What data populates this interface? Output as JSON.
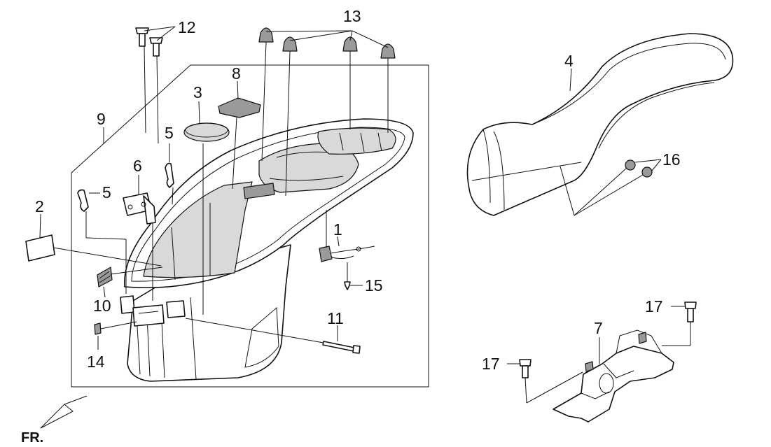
{
  "orientation_label": "FR.",
  "callouts": {
    "c1": "1",
    "c2": "2",
    "c3": "3",
    "c4": "4",
    "c5a": "5",
    "c5b": "5",
    "c6": "6",
    "c7": "7",
    "c8": "8",
    "c9": "9",
    "c10": "10",
    "c11": "11",
    "c12": "12",
    "c13": "13",
    "c14": "14",
    "c15": "15",
    "c16": "16",
    "c17a": "17",
    "c17b": "17"
  }
}
